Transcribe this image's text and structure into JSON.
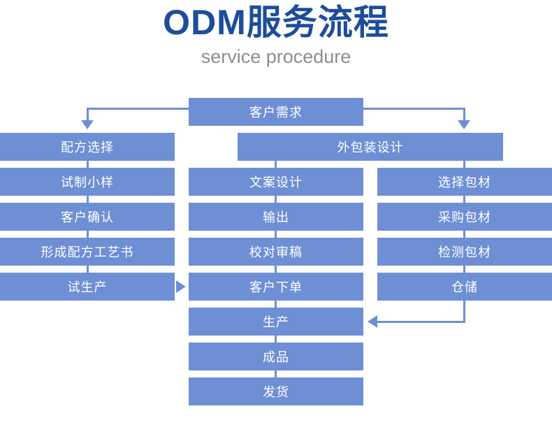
{
  "header": {
    "title": "ODM服务流程",
    "subtitle": "service procedure",
    "title_color": "#1d4d9b",
    "subtitle_color": "#8d8d8d"
  },
  "theme": {
    "box_fill": "#6e8fd4",
    "box_text": "#ffffff",
    "connector": "#6e8fd4",
    "background": "#ffffff"
  },
  "flow": {
    "start": {
      "label": "客户需求"
    },
    "branch_left": {
      "label": "配方选择"
    },
    "branch_right": {
      "label": "外包装设计"
    },
    "left_column": [
      {
        "label": "试制小样"
      },
      {
        "label": "客户确认"
      },
      {
        "label": "形成配方工艺书"
      },
      {
        "label": "试生产"
      }
    ],
    "middle_column": [
      {
        "label": "文案设计"
      },
      {
        "label": "输出"
      },
      {
        "label": "校对审稿"
      },
      {
        "label": "客户下单"
      },
      {
        "label": "生产"
      },
      {
        "label": "成品"
      },
      {
        "label": "发货"
      }
    ],
    "right_column": [
      {
        "label": "选择包材"
      },
      {
        "label": "采购包材"
      },
      {
        "label": "检测包材"
      },
      {
        "label": "仓储"
      }
    ]
  }
}
